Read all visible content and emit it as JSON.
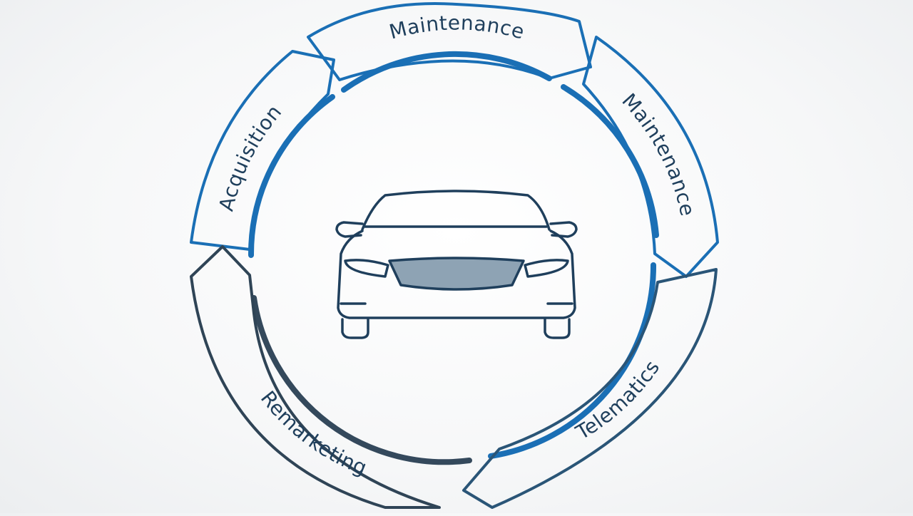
{
  "diagram": {
    "center_icon": "car-front-icon",
    "segments": [
      {
        "id": "acquisition",
        "label": "Acquisition"
      },
      {
        "id": "maintenance-top",
        "label": "Maintenance"
      },
      {
        "id": "maintenance-right",
        "label": "Maintenance"
      },
      {
        "id": "telematics",
        "label": "Telematics"
      },
      {
        "id": "remarketing",
        "label": "Remarketing"
      }
    ],
    "colors": {
      "blue": "#1a6fb5",
      "navy": "#1f3f5c",
      "slate": "#3b5266",
      "grille": "#8ea3b4"
    }
  }
}
